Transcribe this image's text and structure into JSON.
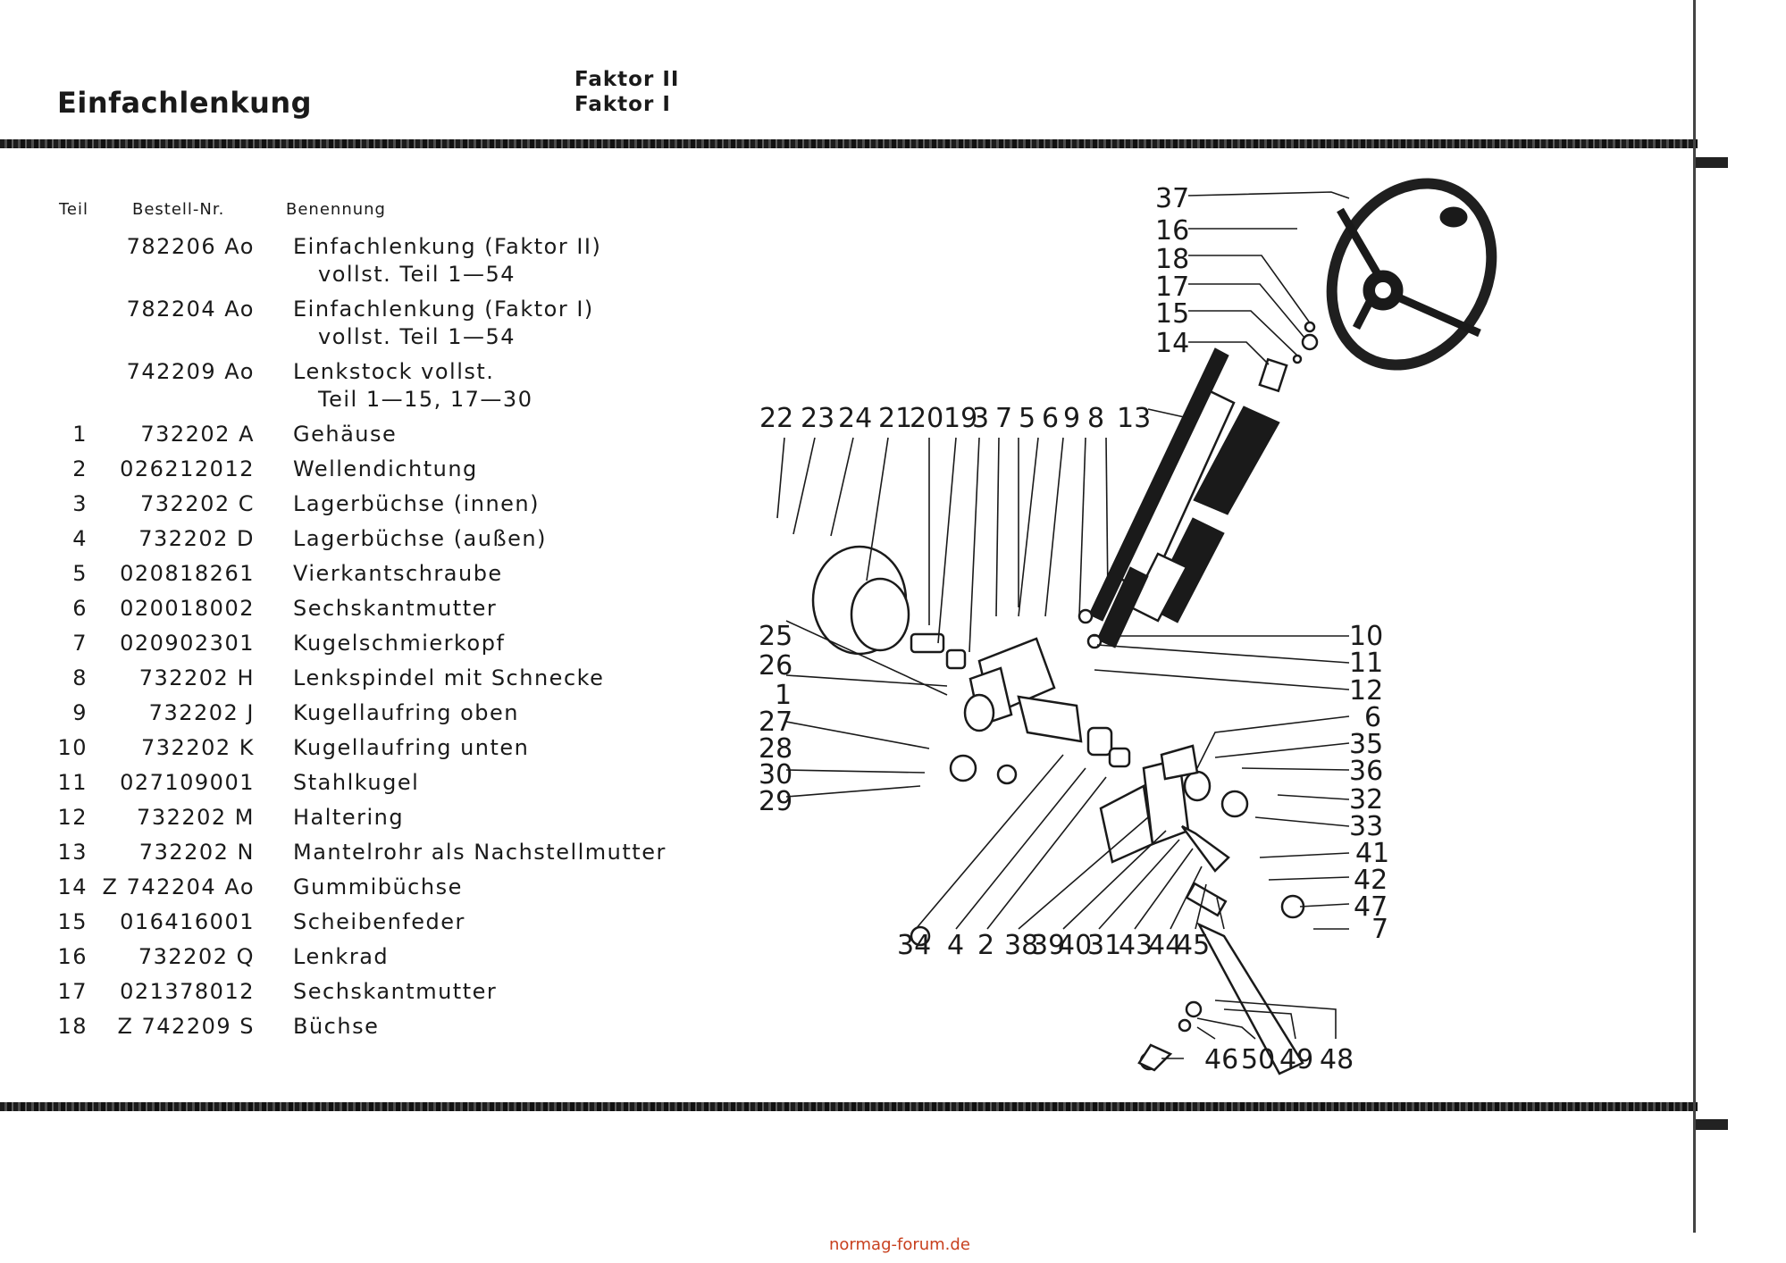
{
  "header": {
    "title": "Einfachlenkung",
    "models": [
      "Faktor II",
      "Faktor I"
    ]
  },
  "table": {
    "columns": [
      "Teil",
      "Bestell-Nr.",
      "Benennung"
    ],
    "rows": [
      {
        "teil": "",
        "nr": "782206 Ao",
        "name": "Einfachlenkung (Faktor II)",
        "name2": "vollst. Teil 1—54"
      },
      {
        "teil": "",
        "nr": "782204 Ao",
        "name": "Einfachlenkung (Faktor I)",
        "name2": "vollst. Teil 1—54"
      },
      {
        "teil": "",
        "nr": "742209 Ao",
        "name": "Lenkstock vollst.",
        "name2": "Teil 1—15, 17—30"
      },
      {
        "teil": "1",
        "nr": "732202 A",
        "name": "Gehäuse"
      },
      {
        "teil": "2",
        "nr": "026212012",
        "name": "Wellendichtung"
      },
      {
        "teil": "3",
        "nr": "732202 C",
        "name": "Lagerbüchse (innen)"
      },
      {
        "teil": "4",
        "nr": "732202 D",
        "name": "Lagerbüchse (außen)"
      },
      {
        "teil": "5",
        "nr": "020818261",
        "name": "Vierkantschraube"
      },
      {
        "teil": "6",
        "nr": "020018002",
        "name": "Sechskantmutter"
      },
      {
        "teil": "7",
        "nr": "020902301",
        "name": "Kugelschmierkopf"
      },
      {
        "teil": "8",
        "nr": "732202 H",
        "name": "Lenkspindel mit Schnecke"
      },
      {
        "teil": "9",
        "nr": "732202 J",
        "name": "Kugellaufring oben"
      },
      {
        "teil": "10",
        "nr": "732202 K",
        "name": "Kugellaufring unten"
      },
      {
        "teil": "11",
        "nr": "027109001",
        "name": "Stahlkugel"
      },
      {
        "teil": "12",
        "nr": "732202 M",
        "name": "Haltering"
      },
      {
        "teil": "13",
        "nr": "732202 N",
        "name": "Mantelrohr als Nachstellmutter"
      },
      {
        "teil": "14",
        "nr": "Z 742204 Ao",
        "name": "Gummibüchse"
      },
      {
        "teil": "15",
        "nr": "016416001",
        "name": "Scheibenfeder"
      },
      {
        "teil": "16",
        "nr": "732202 Q",
        "name": "Lenkrad"
      },
      {
        "teil": "17",
        "nr": "021378012",
        "name": "Sechskantmutter"
      },
      {
        "teil": "18",
        "nr": "Z 742209 S",
        "name": "Büchse"
      }
    ]
  },
  "diagram": {
    "top_labels": [
      "22",
      "23",
      "24",
      "21",
      "20",
      "19",
      "3",
      "7",
      "5",
      "6",
      "9",
      "8",
      "13"
    ],
    "wheel_labels": [
      "37",
      "16",
      "18",
      "17",
      "15",
      "14"
    ],
    "left_labels": [
      "25",
      "26",
      "1",
      "27",
      "28",
      "30",
      "29"
    ],
    "right_labels": [
      "10",
      "11",
      "12",
      "6",
      "35",
      "36",
      "32",
      "33",
      "41",
      "42",
      "47",
      "7"
    ],
    "bottom_labels": [
      "34",
      "4",
      "2",
      "38",
      "39",
      "40",
      "31",
      "43",
      "44",
      "45"
    ],
    "link_labels": [
      "46",
      "50",
      "49",
      "48"
    ]
  },
  "footer": {
    "text": "normag-forum.de"
  }
}
